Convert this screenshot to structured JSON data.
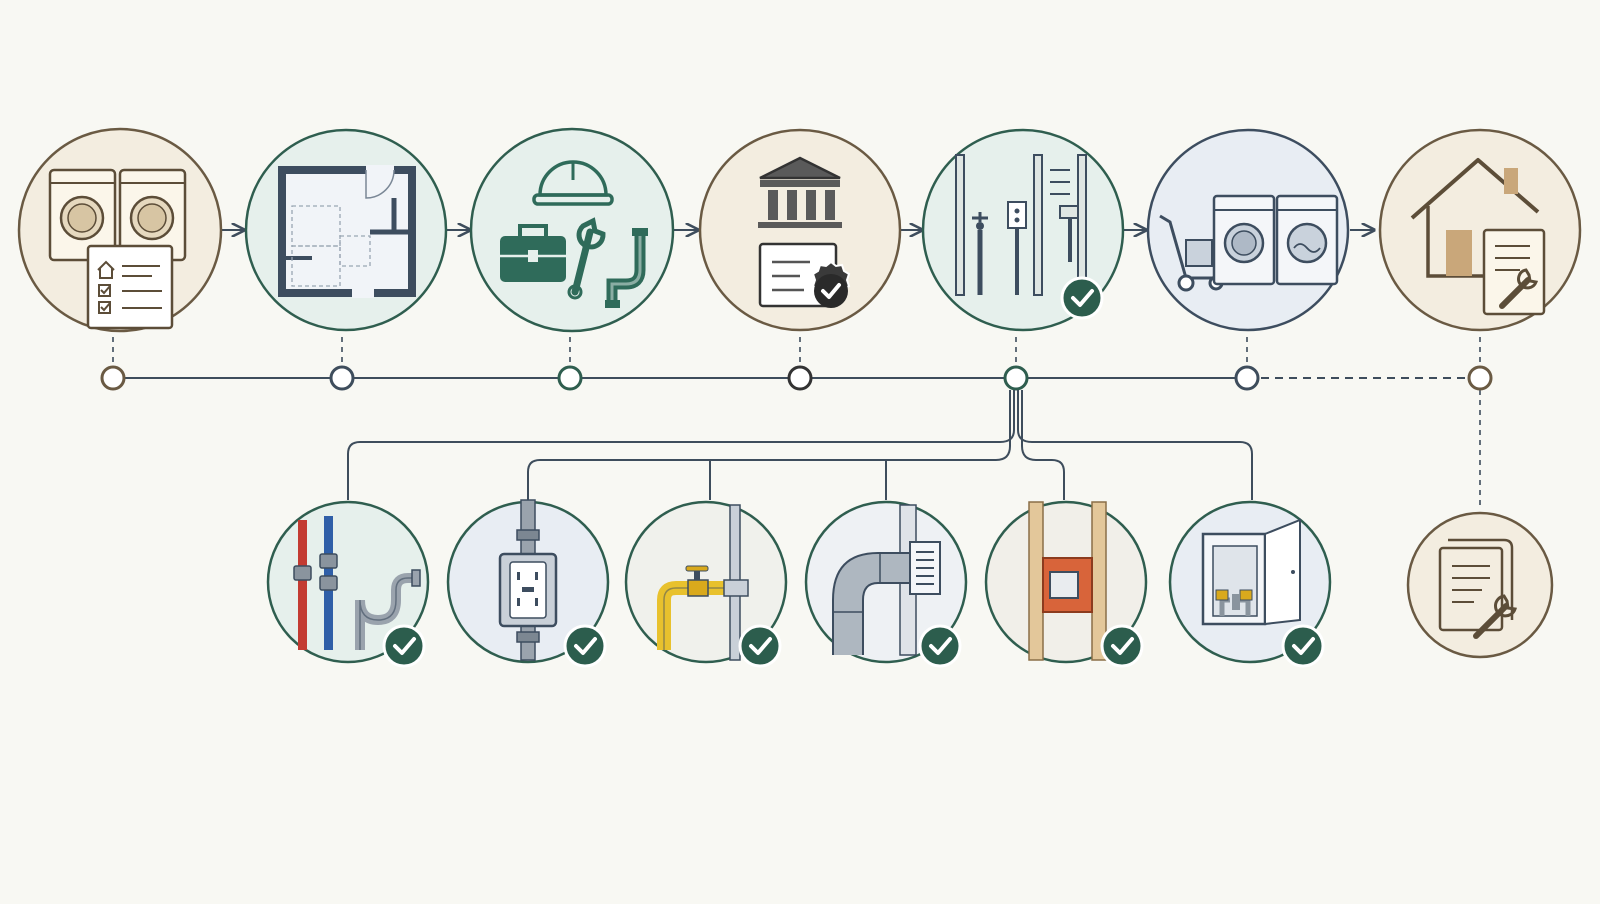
{
  "diagram": {
    "main_steps": [
      {
        "id": "plan-laundry-room",
        "icon": "washer-dryer-checklist-icon",
        "status": "upcoming",
        "fill": "#f3ede0",
        "stroke": "#6a5a43"
      },
      {
        "id": "floor-plan-layout",
        "icon": "floor-plan-icon",
        "status": "upcoming",
        "fill": "#e8edf3",
        "stroke": "#3d4d5f"
      },
      {
        "id": "hire-contractor-tools",
        "icon": "hardhat-toolbox-wrench-pipe-icon",
        "status": "upcoming",
        "fill": "#e6f0ec",
        "stroke": "#2f5e4f"
      },
      {
        "id": "permit-approval",
        "icon": "government-building-certificate-icon",
        "status": "approved",
        "fill": "#e9e9e9",
        "stroke": "#333333"
      },
      {
        "id": "rough-in-inspection",
        "icon": "wall-framing-rough-in-icon",
        "status": "complete",
        "fill": "#e6f0ec",
        "stroke": "#2f5e4f"
      },
      {
        "id": "appliance-delivery",
        "icon": "hand-truck-washer-dryer-icon",
        "status": "upcoming",
        "fill": "#e8edf3",
        "stroke": "#3d4d5f"
      },
      {
        "id": "final-handover",
        "icon": "house-document-wrench-icon",
        "status": "upcoming",
        "fill": "#f3ede0",
        "stroke": "#6a5a43"
      }
    ],
    "sub_steps": [
      {
        "id": "water-supply-drain",
        "icon": "hot-cold-pipes-drain-trap-icon",
        "status": "complete"
      },
      {
        "id": "electrical-outlet",
        "icon": "gfci-outlet-conduit-icon",
        "status": "complete"
      },
      {
        "id": "gas-line",
        "icon": "gas-valve-pipe-icon",
        "status": "complete"
      },
      {
        "id": "dryer-vent",
        "icon": "dryer-vent-duct-icon",
        "status": "complete"
      },
      {
        "id": "fire-blocking",
        "icon": "fire-block-studs-icon",
        "status": "complete"
      },
      {
        "id": "washer-box",
        "icon": "washer-outlet-box-icon",
        "status": "complete"
      }
    ],
    "handover_document": {
      "icon": "document-wrench-icon",
      "status": "pending"
    },
    "colors": {
      "background": "#f8f8f3",
      "check_badge": "#2c5d4d",
      "line": "#3e4d5c",
      "accent_green": "#2f6b5a",
      "accent_tan": "#6a5a43"
    }
  }
}
